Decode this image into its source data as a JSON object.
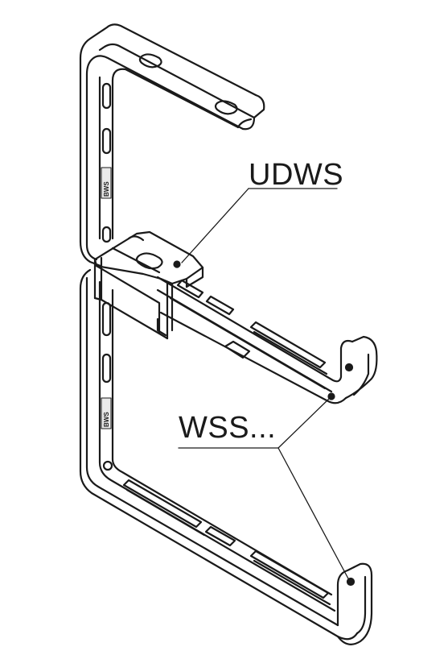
{
  "labels": {
    "udws": "UDWS",
    "wss": "WSS..."
  },
  "stamps": {
    "upper": "BWS",
    "lower": "BWS"
  },
  "colors": {
    "line": "#1a1a1a",
    "fill": "#ffffff",
    "shade": "#e9e9e9"
  }
}
